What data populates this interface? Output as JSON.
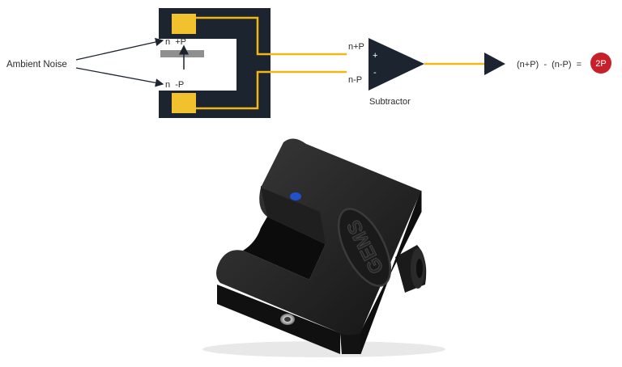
{
  "labels": {
    "ambient_noise": "Ambient Noise",
    "top_channel": "n  +P",
    "bottom_channel": "n  -P",
    "plus_input": "n+P",
    "minus_input": "n-P",
    "plus_sign": "+",
    "minus_sign": "-",
    "amplifier": "Subtractor",
    "equation": "(n+P)  -  (n-P)  =",
    "result": "2P",
    "logo_text": "GEMS"
  },
  "colors": {
    "sensor_body": "#1c2430",
    "trace": "#f2b617",
    "pad": "#f2c12e",
    "magnet": "#8f8f8f",
    "result_badge": "#c8202b",
    "product": "#151515"
  },
  "icons": {
    "amplifier": "triangle-amplifier-icon",
    "output": "triangle-output-icon"
  }
}
